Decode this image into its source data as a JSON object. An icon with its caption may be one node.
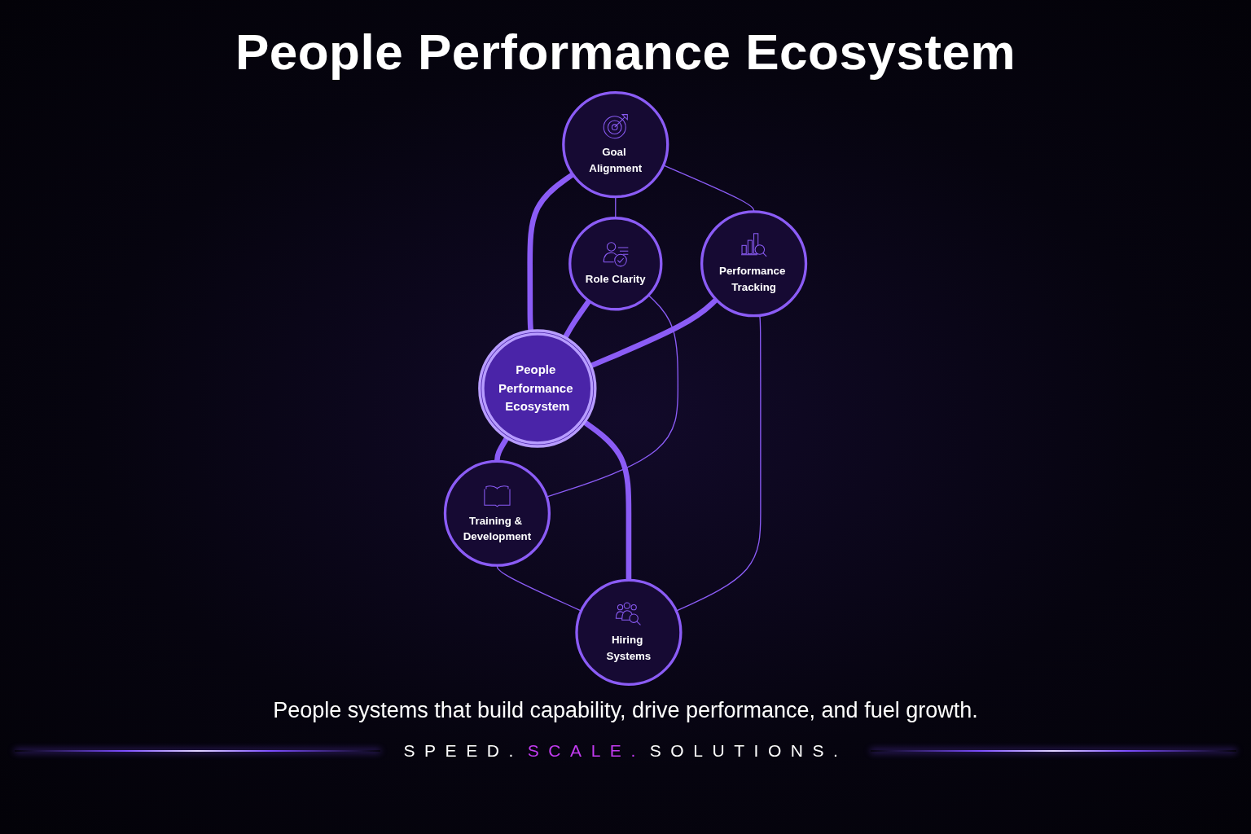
{
  "diagram": {
    "title": "People Performance Ecosystem",
    "caption": "People systems that build capability, drive performance, and fuel growth.",
    "nodes": [
      {
        "text": [
          "Goal Alignment"
        ]
      },
      {
        "text": [
          "Role Clarity"
        ]
      },
      {
        "text": [
          "People Performance Ecosystem"
        ]
      },
      {
        "text": [
          "Performance Tracking"
        ]
      },
      {
        "text": [
          "Training & Development"
        ]
      },
      {
        "text": [
          "Hiring Systems"
        ]
      }
    ],
    "edges": [
      {
        "from": 0,
        "to": 2,
        "arrow": "none",
        "style": "thick"
      },
      {
        "from": 1,
        "to": 2,
        "arrow": "none",
        "style": "thick"
      },
      {
        "from": 3,
        "to": 2,
        "arrow": "none",
        "style": "thick"
      },
      {
        "from": 2,
        "to": 4,
        "arrow": "none",
        "style": "thick"
      },
      {
        "from": 2,
        "to": 5,
        "arrow": "none",
        "style": "thick"
      },
      {
        "from": 0,
        "to": 1,
        "arrow": "none"
      },
      {
        "from": 0,
        "to": 3,
        "arrow": "none"
      },
      {
        "from": 1,
        "to": 4,
        "arrow": "none"
      },
      {
        "from": 3,
        "to": 5,
        "arrow": "none"
      },
      {
        "from": 4,
        "to": 5,
        "arrow": "none"
      }
    ],
    "labels": [
      "SPEED.",
      "SCALE.",
      "SOLUTIONS."
    ]
  }
}
